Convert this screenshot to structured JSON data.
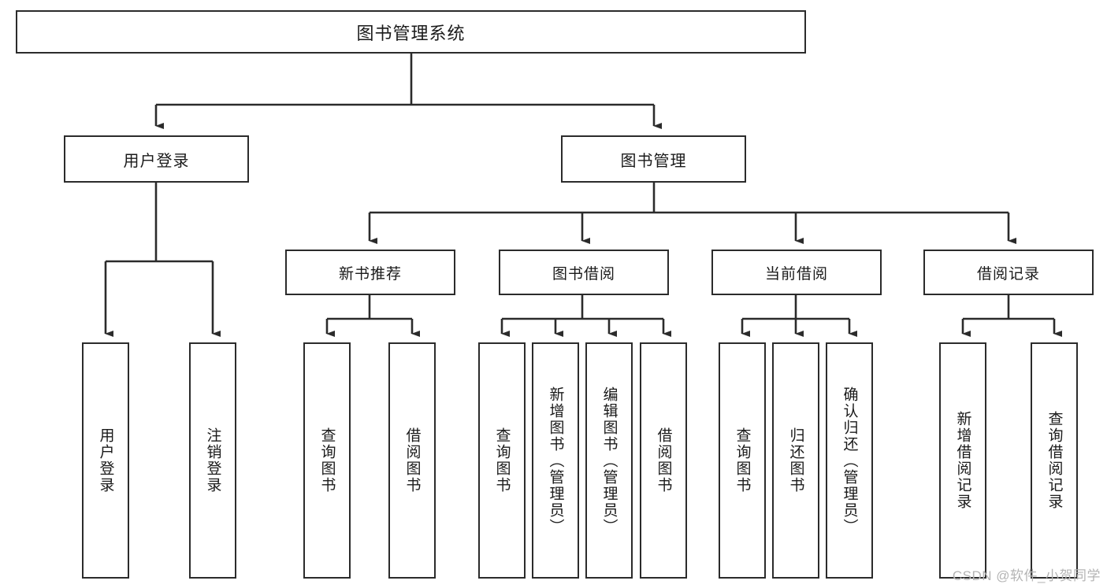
{
  "diagram": {
    "title": "图书管理系统",
    "type": "tree-hierarchy",
    "stroke_color": "#2b2b2b",
    "fill_color": "#ffffff",
    "text_color": "#1a1a1a"
  },
  "root": {
    "label": "图书管理系统"
  },
  "level1": [
    {
      "label": "用户登录"
    },
    {
      "label": "图书管理"
    }
  ],
  "level2": [
    {
      "label": "新书推荐"
    },
    {
      "label": "图书借阅"
    },
    {
      "label": "当前借阅"
    },
    {
      "label": "借阅记录"
    }
  ],
  "leaves": {
    "user_login": [
      {
        "label": "用户登录"
      },
      {
        "label": "注销登录"
      }
    ],
    "new_book_recommend": [
      {
        "label": "查询图书"
      },
      {
        "label": "借阅图书"
      }
    ],
    "book_borrow": [
      {
        "label": "查询图书"
      },
      {
        "label": "新增图书（管理员）"
      },
      {
        "label": "编辑图书（管理员）"
      },
      {
        "label": "借阅图书"
      }
    ],
    "current_borrow": [
      {
        "label": "查询图书"
      },
      {
        "label": "归还图书"
      },
      {
        "label": "确认归还（管理员）"
      }
    ],
    "borrow_record": [
      {
        "label": "新增借阅记录"
      },
      {
        "label": "查询借阅记录"
      }
    ]
  },
  "watermark": {
    "text": "CSDN @软件_小贺同学"
  }
}
